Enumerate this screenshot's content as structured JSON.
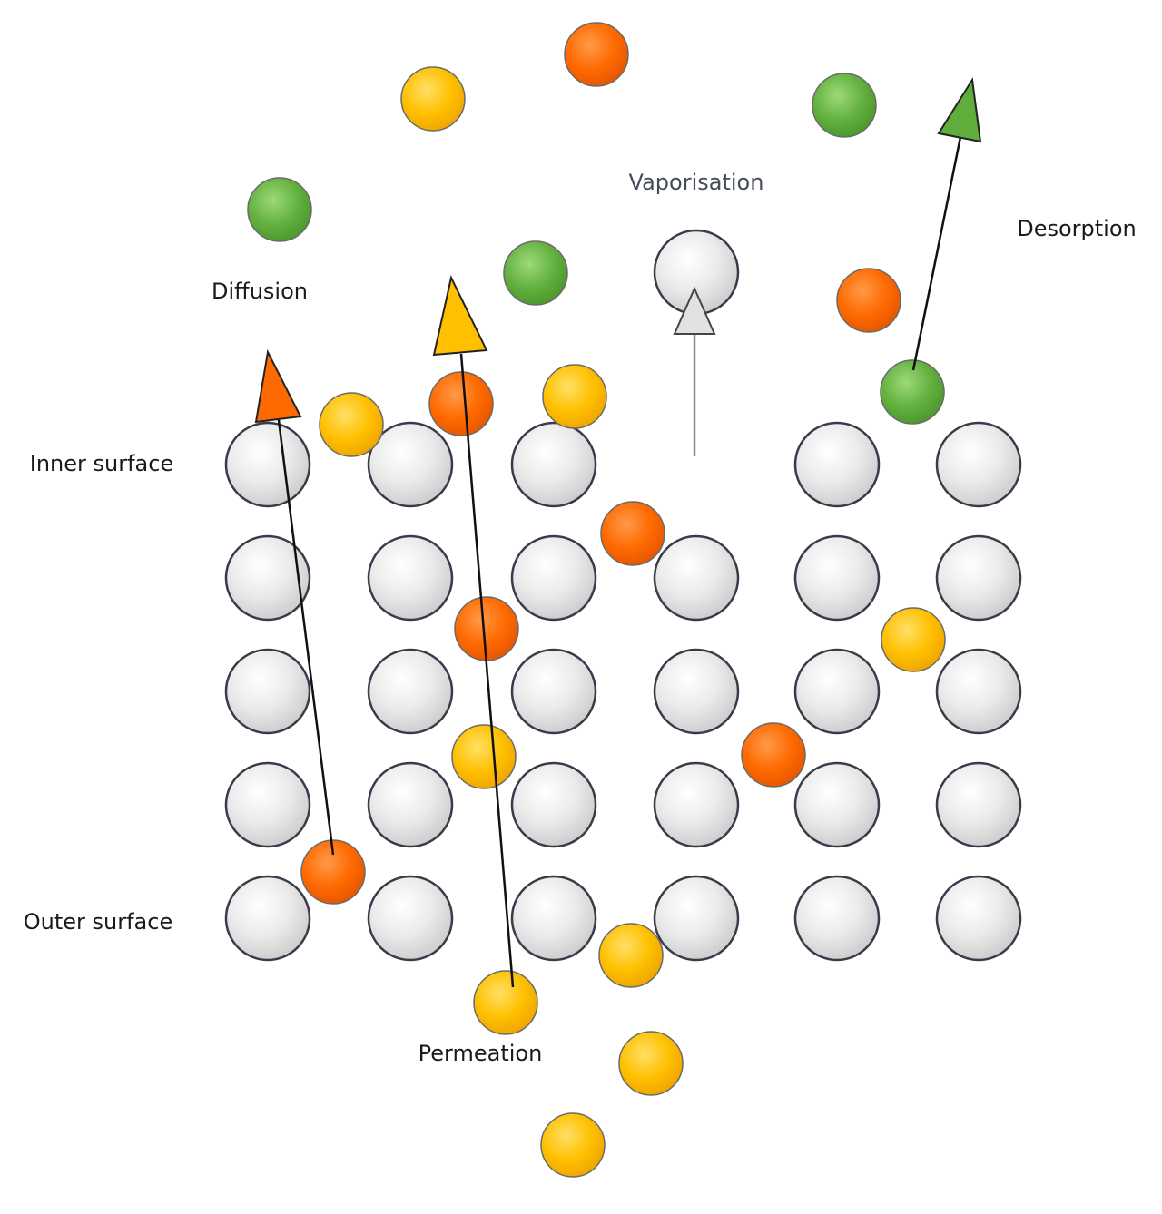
{
  "labels": {
    "vaporisation": "Vaporisation",
    "desorption": "Desorption",
    "diffusion": "Diffusion",
    "inner_surface": "Inner surface",
    "outer_surface": "Outer surface",
    "permeation": "Permeation"
  },
  "colors": {
    "lattice": "#e6e6e6",
    "orange": "#ff6a00",
    "yellow": "#ffc000",
    "green": "#5fae3b",
    "arrow_line": "#111111",
    "vapor_arrow": "#8a8a8a"
  }
}
